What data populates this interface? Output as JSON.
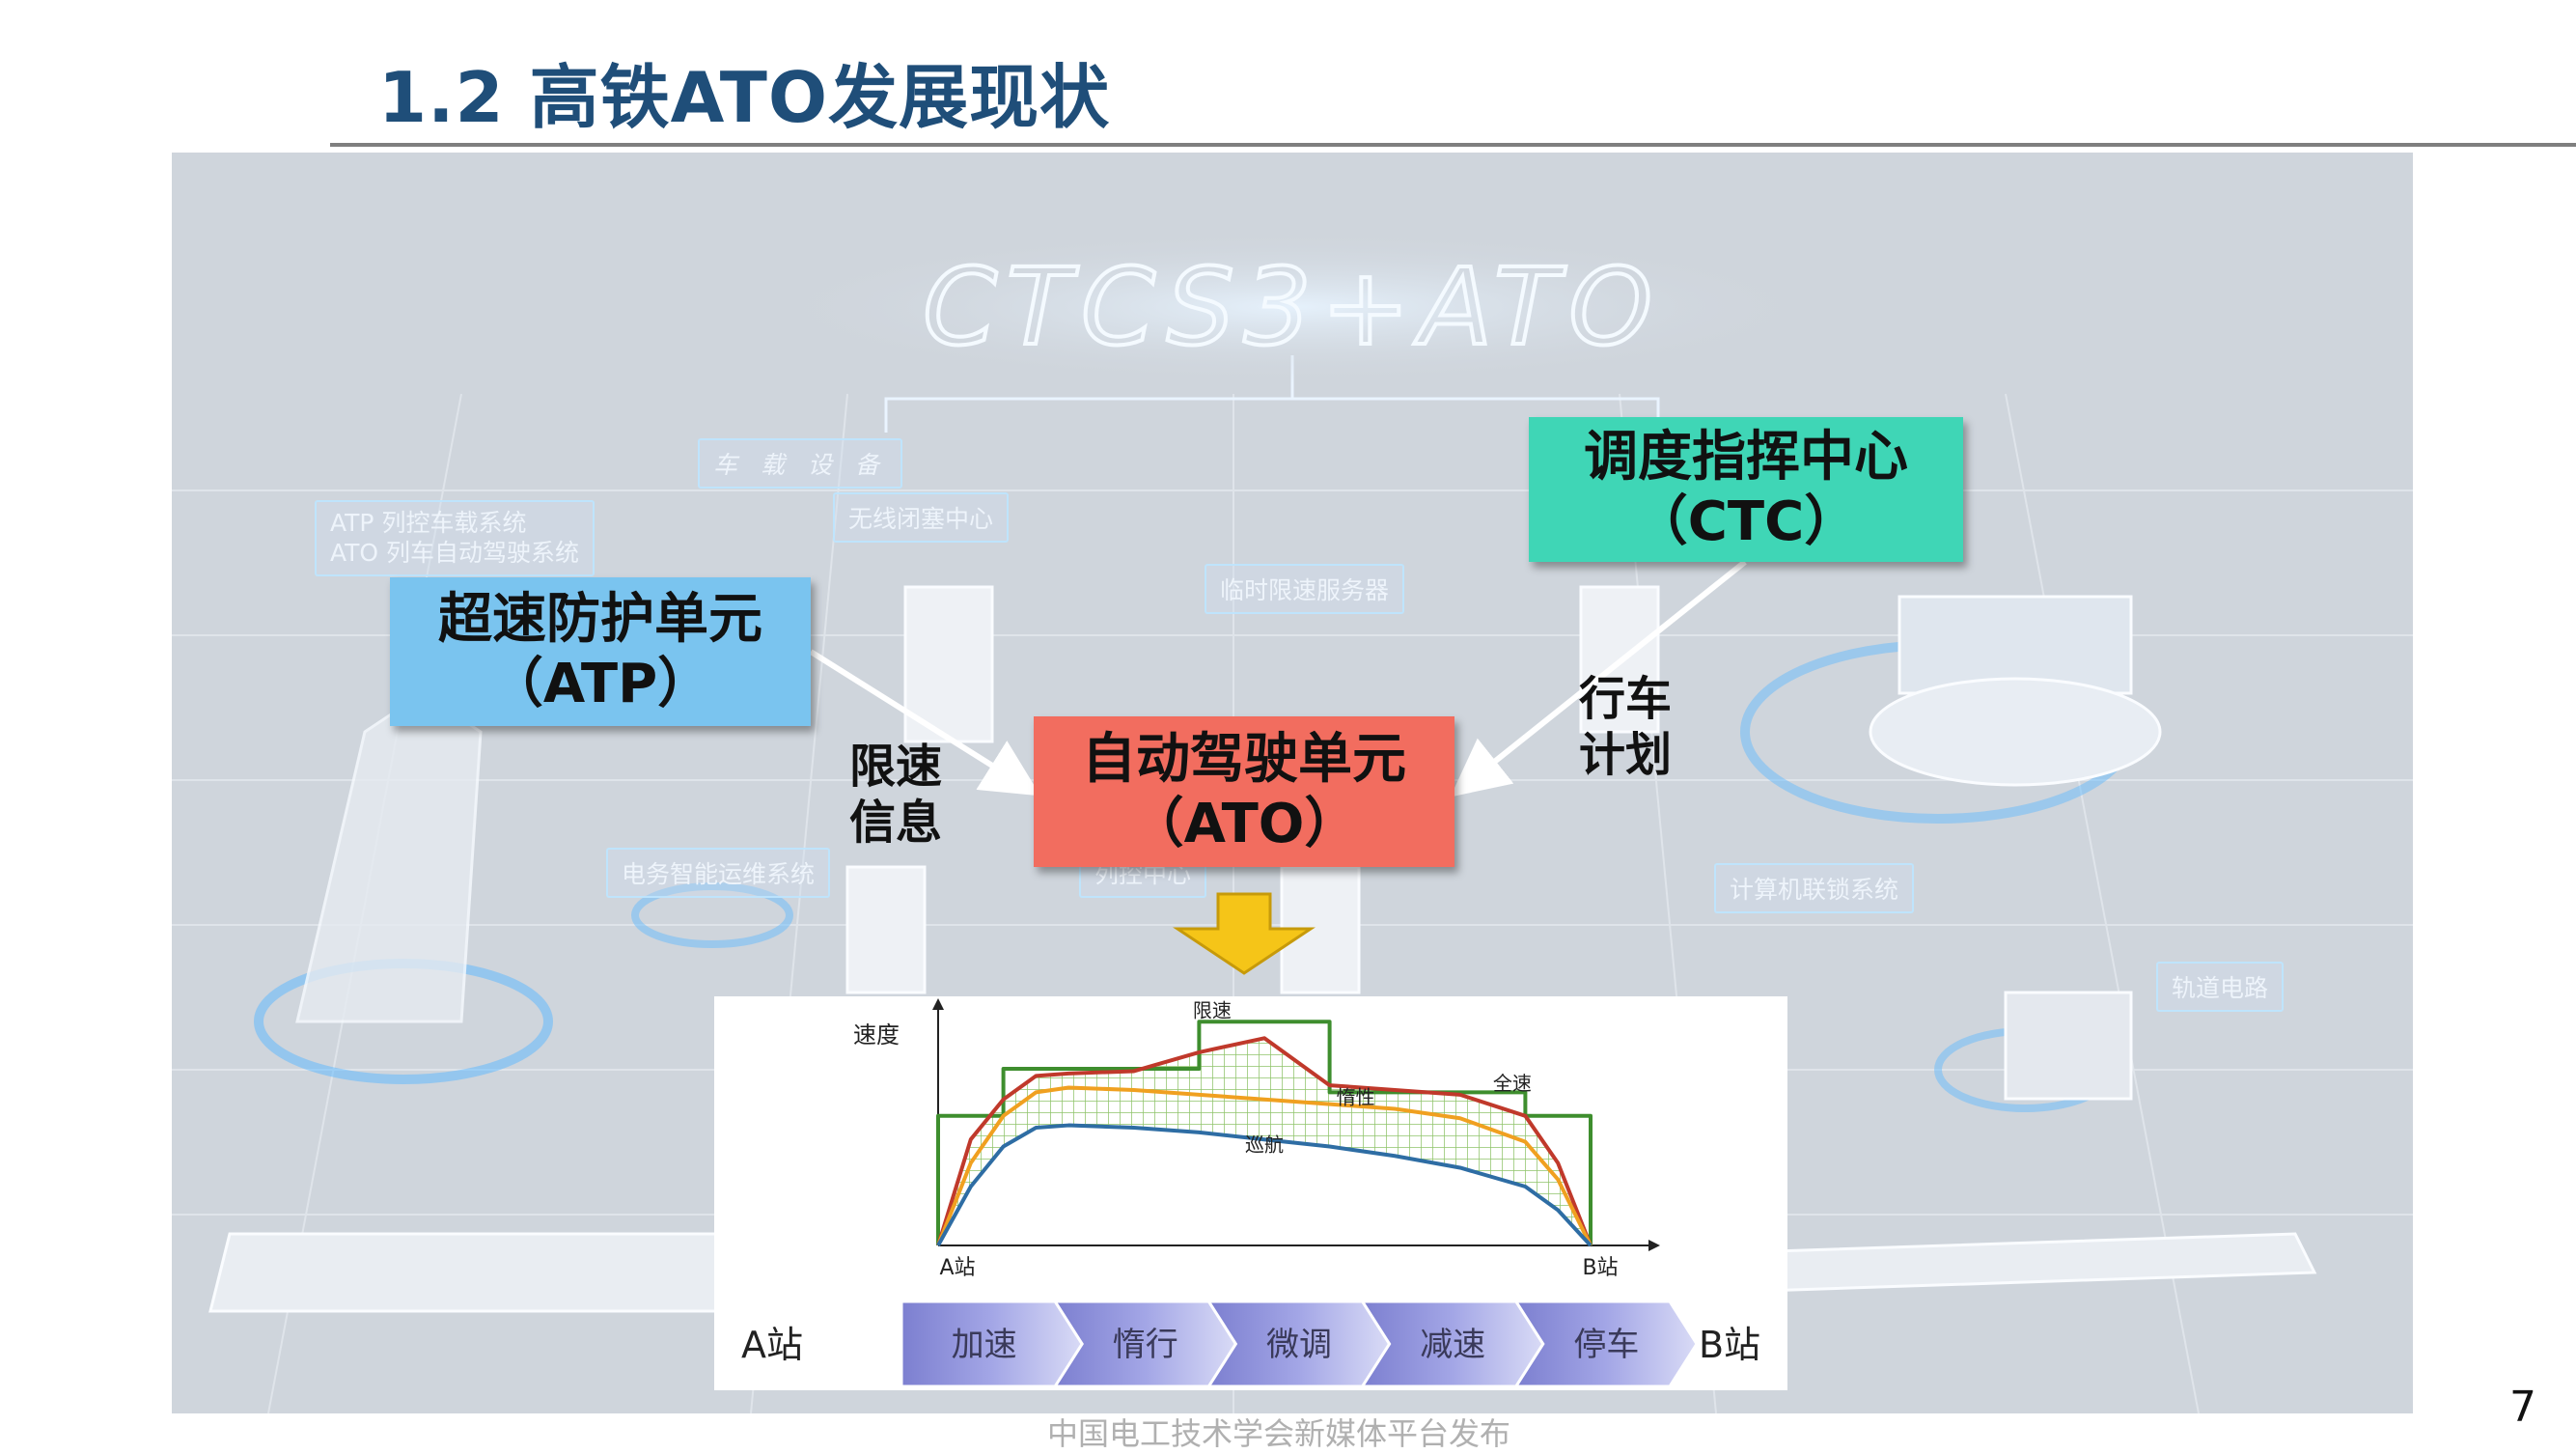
{
  "slide": {
    "title": "1.2 高铁ATO发展现状",
    "page_number": "7",
    "footer": "中国电工技术学会新媒体平台发布"
  },
  "background": {
    "banner": "CTCS3+ATO",
    "onboard_label": "车 载 设 备",
    "atp_ato_line1": "ATP 列控车载系统",
    "atp_ato_line2": "ATO 列车自动驾驶系统",
    "rbc_label": "无线闭塞中心",
    "tsrs_label": "临时限速服务器",
    "maintenance_label": "电务智能运维系统",
    "tcc_label": "列控中心",
    "interlock_label": "计算机联锁系统",
    "track_circuit_label": "轨道电路"
  },
  "boxes": {
    "atp": {
      "line1": "超速防护单元",
      "line2": "（ATP）"
    },
    "ctc": {
      "line1": "调度指挥中心",
      "line2": "（CTC）"
    },
    "ato": {
      "line1": "自动驾驶单元",
      "line2": "（ATO）"
    }
  },
  "flows": {
    "speed_limit_line1": "限速",
    "speed_limit_line2": "信息",
    "plan_line1": "行车",
    "plan_line2": "计划"
  },
  "colors": {
    "title": "#1f4e79",
    "atp_box": "#7ac4ef",
    "ctc_box": "#3fd6b6",
    "ato_box": "#f26d5f",
    "arrow_down": "#f5c518",
    "stage_bar": "#8c8fd8",
    "limit_line": "#3e8e2e",
    "full_speed_line": "#c0392b",
    "inertia_line": "#f0a020",
    "cruise_line": "#2e6da4"
  },
  "chart_data": {
    "type": "line",
    "title": "",
    "ylabel": "速度",
    "x_start_label": "A站",
    "x_end_label": "B站",
    "x": [
      0,
      0.05,
      0.1,
      0.15,
      0.2,
      0.3,
      0.4,
      0.5,
      0.6,
      0.7,
      0.8,
      0.9,
      0.95,
      1.0
    ],
    "ylim": [
      0,
      1
    ],
    "series": [
      {
        "name": "限速",
        "values": [
          0.55,
          0.55,
          0.75,
          0.75,
          0.75,
          0.75,
          0.95,
          0.95,
          0.65,
          0.65,
          0.65,
          0.55,
          0.55,
          0.55
        ]
      },
      {
        "name": "全速",
        "values": [
          0.0,
          0.45,
          0.62,
          0.72,
          0.73,
          0.74,
          0.82,
          0.88,
          0.68,
          0.66,
          0.64,
          0.55,
          0.35,
          0.0
        ]
      },
      {
        "name": "惰性",
        "values": [
          0.0,
          0.35,
          0.55,
          0.65,
          0.67,
          0.66,
          0.64,
          0.62,
          0.6,
          0.58,
          0.54,
          0.44,
          0.28,
          0.0
        ]
      },
      {
        "name": "巡航",
        "values": [
          0.0,
          0.25,
          0.42,
          0.5,
          0.51,
          0.5,
          0.48,
          0.45,
          0.42,
          0.38,
          0.33,
          0.25,
          0.15,
          0.0
        ]
      }
    ],
    "series_label_positions": [
      "限速",
      "全速",
      "惰性",
      "巡航"
    ],
    "stages": [
      "加速",
      "惰行",
      "微调",
      "减速",
      "停车"
    ]
  }
}
